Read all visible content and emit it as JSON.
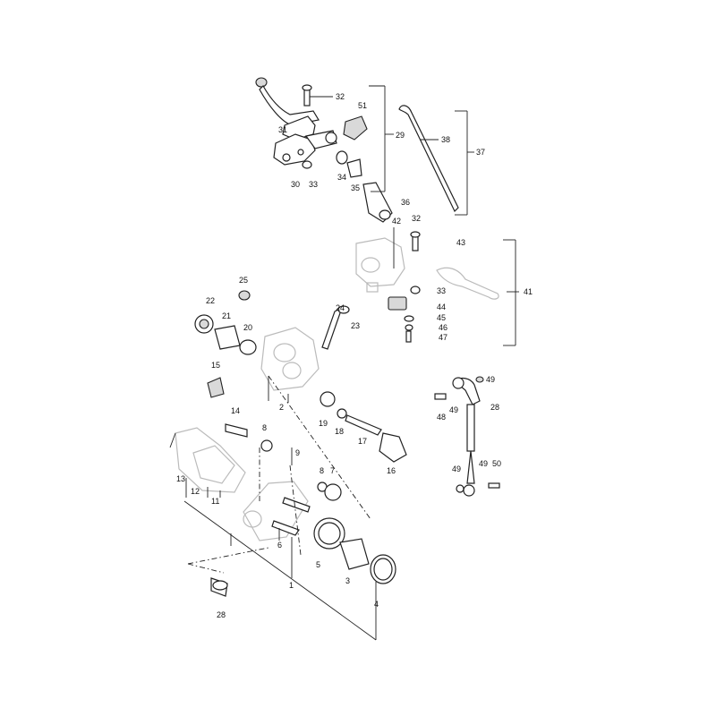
{
  "callouts": [
    "32",
    "51",
    "31",
    "29",
    "38",
    "37",
    "30",
    "33",
    "34",
    "35",
    "36",
    "32",
    "42",
    "43",
    "33",
    "41",
    "44",
    "45",
    "46",
    "47",
    "24",
    "23",
    "25",
    "22",
    "21",
    "20",
    "15",
    "2",
    "49",
    "48",
    "49",
    "28",
    "19",
    "18",
    "17",
    "14",
    "8",
    "16",
    "9",
    "8",
    "7",
    "13",
    "12",
    "11",
    "49",
    "49",
    "50",
    "6",
    "5",
    "3",
    "4",
    "1",
    "28"
  ]
}
